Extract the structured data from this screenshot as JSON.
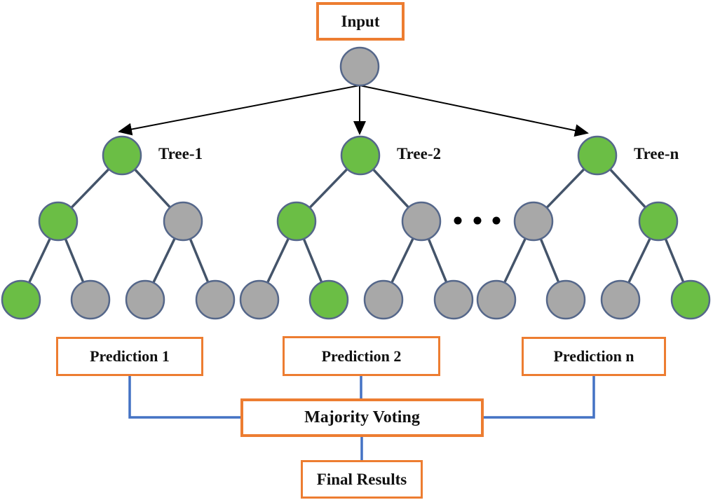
{
  "diagram": {
    "boxes": {
      "input": "Input",
      "prediction_1": "Prediction 1",
      "prediction_2": "Prediction 2",
      "prediction_n": "Prediction n",
      "majority_voting": "Majority Voting",
      "final_results": "Final Results"
    },
    "root_node": {
      "color": "gray"
    },
    "trees": [
      {
        "label": "Tree-1",
        "nodes": {
          "root": "green",
          "level2": [
            "green",
            "gray"
          ],
          "leaves": [
            "green",
            "gray",
            "gray",
            "gray"
          ]
        }
      },
      {
        "label": "Tree-2",
        "nodes": {
          "root": "green",
          "level2": [
            "green",
            "gray"
          ],
          "leaves": [
            "gray",
            "green",
            "gray",
            "gray"
          ]
        }
      },
      {
        "label": "Tree-n",
        "nodes": {
          "root": "green",
          "level2": [
            "gray",
            "green"
          ],
          "leaves": [
            "gray",
            "gray",
            "gray",
            "green"
          ]
        }
      }
    ],
    "ellipsis_dot_count": 3,
    "colors": {
      "box_border_orange": "#ED7D31",
      "connector_blue": "#4472C4",
      "node_green": "#6BBE45",
      "node_gray": "#A8A8A8",
      "node_stroke": "#55678A",
      "tree_edge": "#44546A",
      "arrow_black": "#000000",
      "text": "#111111"
    }
  }
}
